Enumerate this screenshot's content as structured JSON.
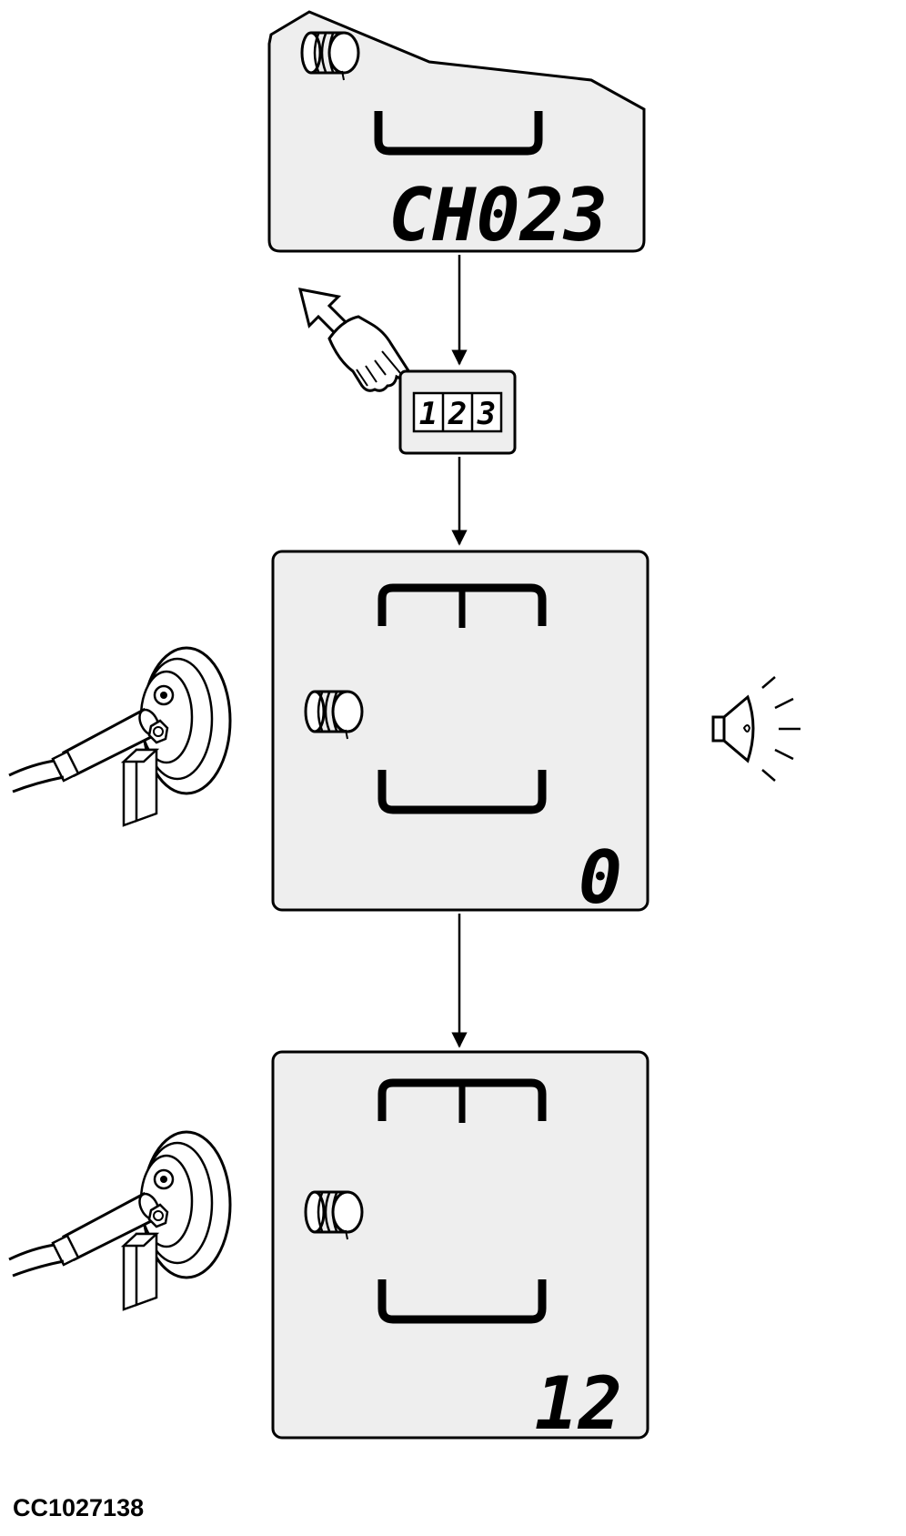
{
  "diagram": {
    "screens": [
      {
        "id": "screen-1",
        "readout": "CH023"
      },
      {
        "id": "screen-2",
        "readout": "0"
      },
      {
        "id": "screen-3",
        "readout": "12"
      }
    ],
    "keypad": {
      "digits": [
        "1",
        "2",
        "3"
      ]
    },
    "figure_id": "CC1027138"
  },
  "colors": {
    "line": "#000000",
    "screen_fill": "#eeeeee",
    "background": "#ffffff"
  },
  "icons": [
    "spool-icon",
    "hand-pointer-icon",
    "arrow-up-left-icon",
    "speed-sensor-icon",
    "horn-icon",
    "down-arrow-icon"
  ]
}
